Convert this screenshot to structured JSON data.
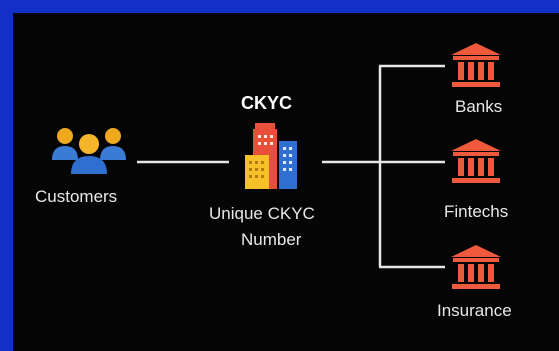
{
  "diagram": {
    "customers": {
      "label": "Customers",
      "icon": "people-group-icon"
    },
    "center": {
      "title": "CKYC",
      "label_line1": "Unique CKYC",
      "label_line2": "Number",
      "icon": "buildings-icon"
    },
    "targets": [
      {
        "label": "Banks",
        "icon": "bank-icon"
      },
      {
        "label": "Fintechs",
        "icon": "bank-icon"
      },
      {
        "label": "Insurance",
        "icon": "bank-icon"
      }
    ],
    "colors": {
      "background": "#050505",
      "border": "#1230c8",
      "connector": "#e6e6e6",
      "bank": "#ef5a3c",
      "people": "#f0a81e",
      "people_shirt": "#3a7bd5"
    }
  }
}
